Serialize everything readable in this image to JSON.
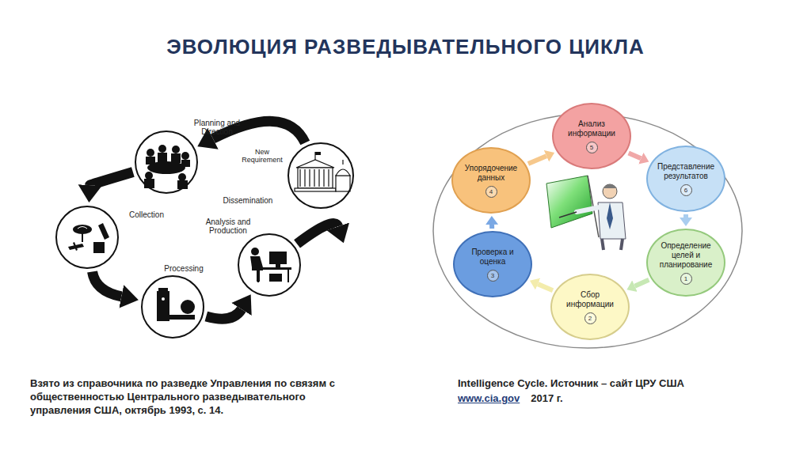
{
  "diagram": {
    "title": "ЭВОЛЮЦИЯ РАЗВЕДЫВАТЕЛЬНОГО ЦИКЛА",
    "nodes": [
      {
        "text": [
          "Planning and Direction"
        ]
      },
      {
        "text": [
          "Collection"
        ]
      },
      {
        "text": [
          "Processing"
        ]
      },
      {
        "text": [
          "Analysis and Production"
        ]
      },
      {
        "text": [
          "Dissemination"
        ]
      },
      {
        "text": [
          "Определение целей и планирование",
          "1"
        ]
      },
      {
        "text": [
          "Сбор информации",
          "2"
        ]
      },
      {
        "text": [
          "Проверка и оценка",
          "3"
        ]
      },
      {
        "text": [
          "Упорядочение данных",
          "4"
        ]
      },
      {
        "text": [
          "Анализ информации",
          "5"
        ]
      },
      {
        "text": [
          "Представление результатов",
          "6"
        ]
      }
    ],
    "edges": [
      {
        "from": 0,
        "to": 1,
        "arrow": "to"
      },
      {
        "from": 1,
        "to": 2,
        "arrow": "to"
      },
      {
        "from": 2,
        "to": 3,
        "arrow": "to"
      },
      {
        "from": 3,
        "to": 4,
        "arrow": "to"
      },
      {
        "from": 4,
        "to": 0,
        "label": "New Requirement",
        "arrow": "to"
      },
      {
        "from": 5,
        "to": 6,
        "arrow": "to"
      },
      {
        "from": 6,
        "to": 7,
        "arrow": "to"
      },
      {
        "from": 7,
        "to": 8,
        "arrow": "to"
      },
      {
        "from": 8,
        "to": 9,
        "arrow": "to"
      },
      {
        "from": 9,
        "to": 10,
        "arrow": "to"
      },
      {
        "from": 10,
        "to": 5,
        "arrow": "to"
      }
    ],
    "labels": [
      "Взято из справочника по разведке Управления по связям с общественностью Центрального разведывательного управления США, октябрь 1993, с. 14.",
      "Intelligence Cycle. Источник – сайт ЦРУ США",
      "www.cia.gov",
      "2017 г."
    ]
  }
}
